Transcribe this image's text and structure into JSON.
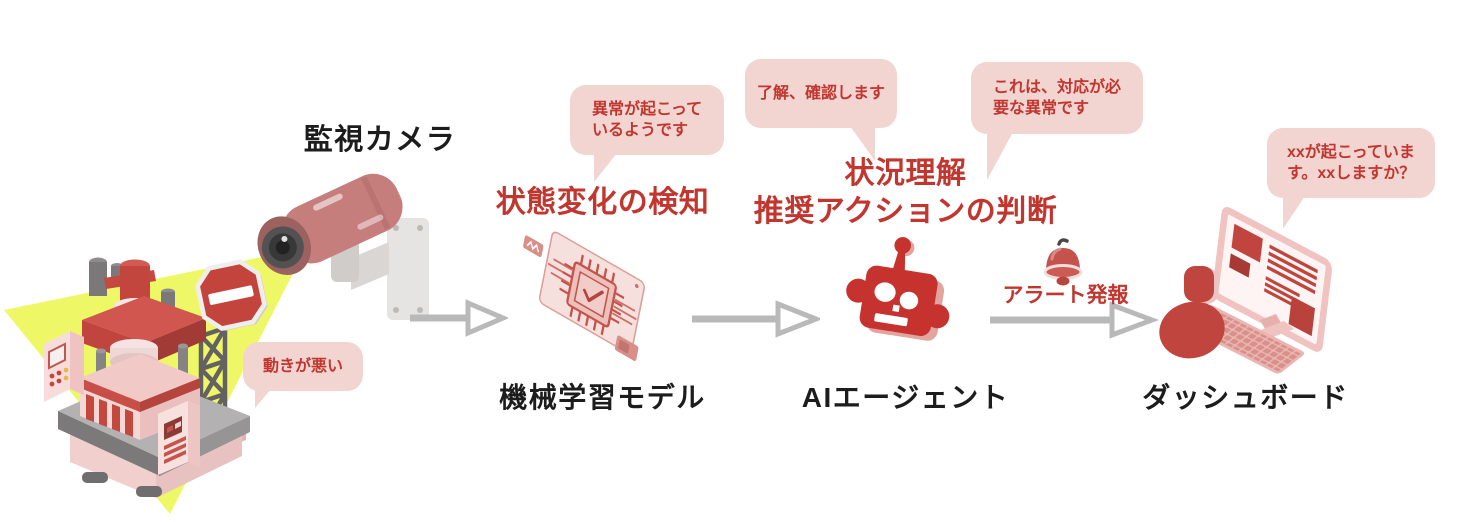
{
  "diagram": {
    "colors": {
      "accent_red": "#c1362e",
      "bubble_pink": "#f2d4d1",
      "arrow_gray": "#b9b9b9",
      "beam_yellow": "#edf75a",
      "text_black": "#1c1c1c"
    },
    "camera": {
      "label": "監視カメラ",
      "bubble": "動きが悪い",
      "icons": [
        "cctv-camera-icon",
        "factory-press-icon",
        "stop-sign-icon",
        "light-beam"
      ]
    },
    "ml_model": {
      "heading": "状態変化の検知",
      "bubble": "異常が起こって\nいるようです",
      "label": "機械学習モデル",
      "icon": "chip-icon"
    },
    "ai_agent": {
      "heading": "状況理解\n推奨アクションの判断",
      "bubble_left": "了解、確認します",
      "bubble_right": "これは、対応が必\n要な異常です",
      "label": "AIエージェント",
      "icon": "robot-icon"
    },
    "alert": {
      "label": "アラート発報",
      "icon": "bell-icon"
    },
    "dashboard": {
      "bubble": "xxが起こっていま\nす。xxしますか？",
      "label": "ダッシュボード",
      "icon": "person-computer-icon"
    }
  }
}
